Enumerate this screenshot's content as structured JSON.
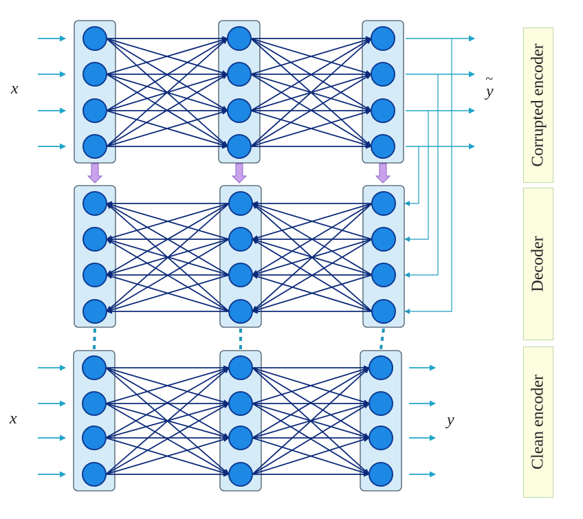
{
  "stages": {
    "corrupted": "Corrupted encoder",
    "decoder": "Decoder",
    "clean": "Clean encoder"
  },
  "variables": {
    "x_top": "x",
    "y_tilde": "y",
    "tilde_mark": "~",
    "x_bottom": "x",
    "y_bottom": "y"
  },
  "colors": {
    "node_fill": "#1e88e5",
    "node_stroke": "#0d3b91",
    "edge": "#0d2a7a",
    "column_fill": "#d6ebf8",
    "column_stroke": "#4a5a6a",
    "arrow": "#1ea5c8",
    "connector": "#1f9bc2",
    "down_arrow": "#c9a2ec",
    "dash": "#1f95bd"
  },
  "layers_per_block": 3,
  "nodes_per_layer": 4
}
